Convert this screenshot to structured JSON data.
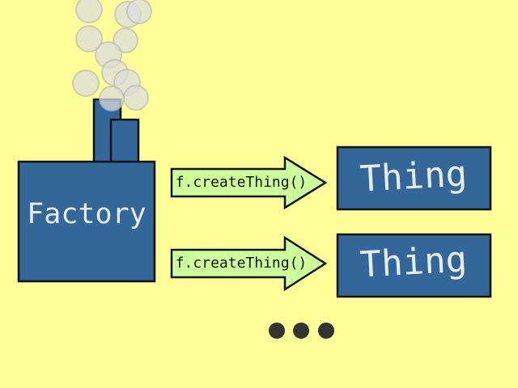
{
  "factory": {
    "label": "Factory"
  },
  "arrows": [
    {
      "label": "f.createThing()"
    },
    {
      "label": "f.createThing()"
    }
  ],
  "things": [
    {
      "label": "Thing"
    },
    {
      "label": "Thing"
    }
  ],
  "colors": {
    "background": "#ffff99",
    "box_fill": "#336699",
    "box_stroke": "#111111",
    "box_text": "#e8eef3",
    "arrow_fill": "#ccff99",
    "smoke": "#dcdcdc",
    "dots": "#333333"
  },
  "icons": {
    "smoke": "smoke-puff-icon",
    "continuation": "ellipsis-dots-icon"
  }
}
